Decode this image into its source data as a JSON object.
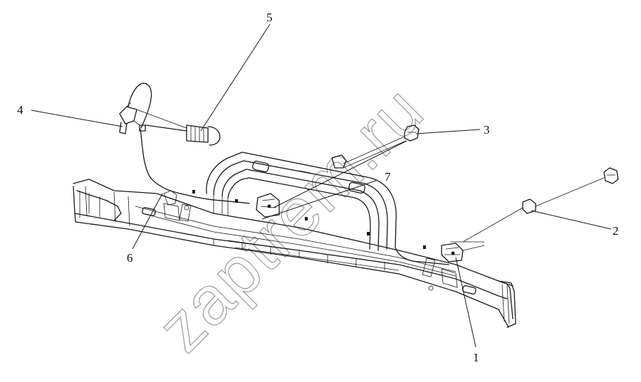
{
  "watermark": {
    "text": "zaptrem.ru"
  },
  "callouts": [
    {
      "id": "1",
      "label": "1"
    },
    {
      "id": "2",
      "label": "2"
    },
    {
      "id": "3",
      "label": "3"
    },
    {
      "id": "4",
      "label": "4"
    },
    {
      "id": "5",
      "label": "5"
    },
    {
      "id": "6",
      "label": "6"
    },
    {
      "id": "7",
      "label": "7"
    }
  ],
  "colors": {
    "line": "#1a1a1a",
    "watermark": "#9a9a9a",
    "background": "#ffffff"
  }
}
